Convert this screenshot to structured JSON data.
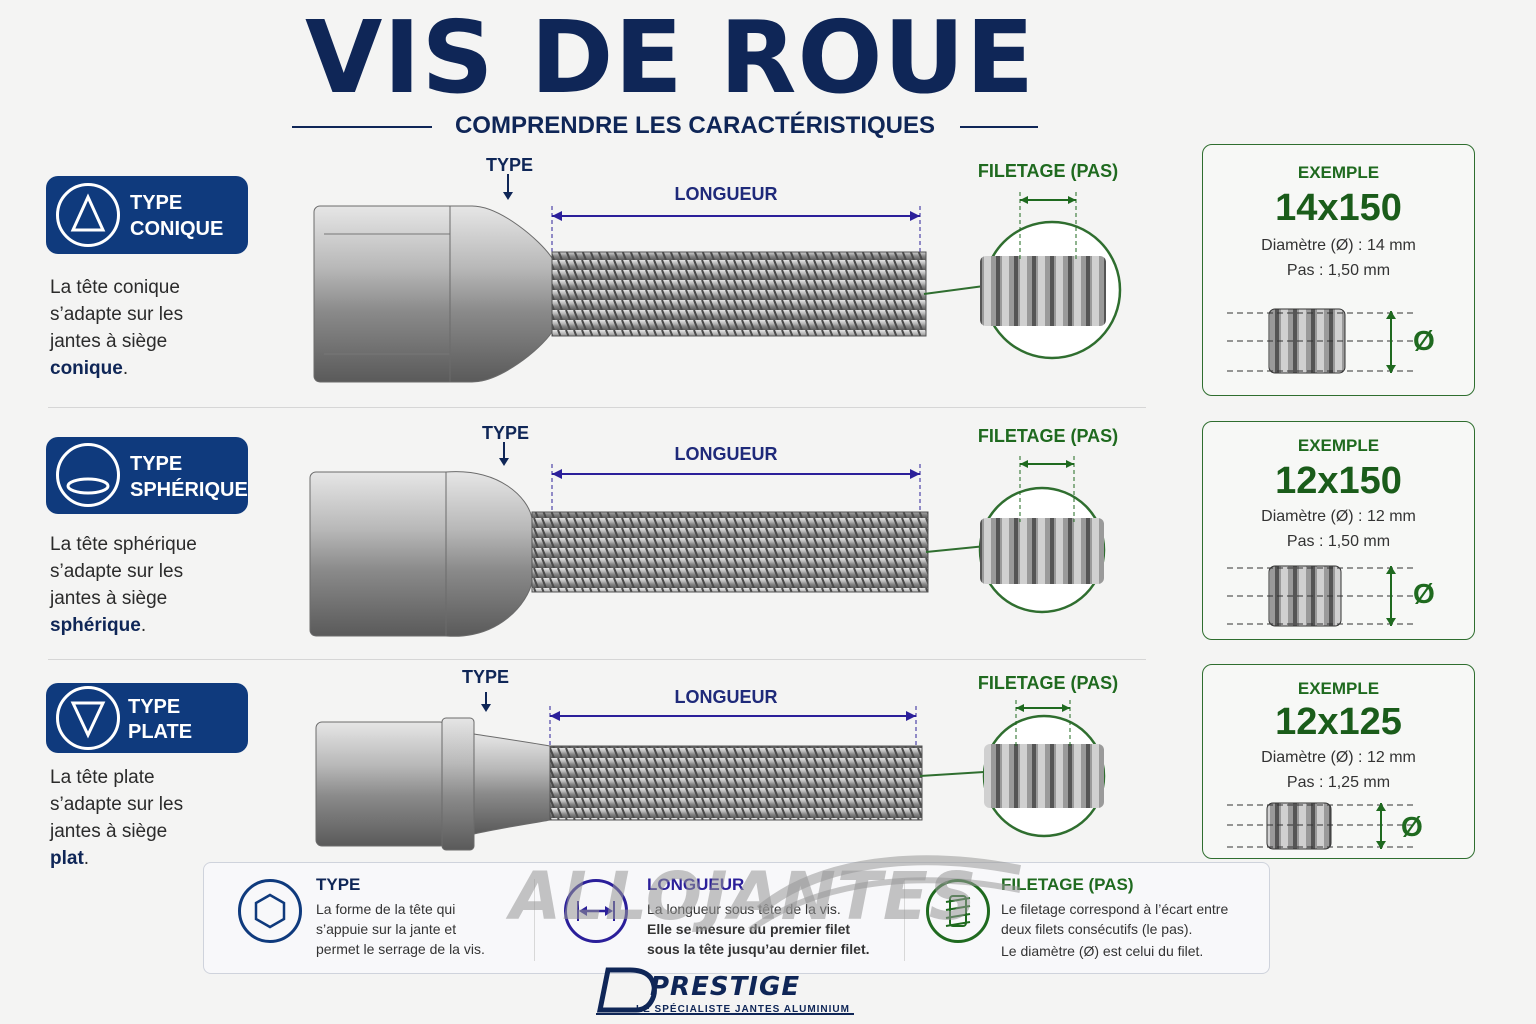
{
  "header": {
    "title": "VIS DE ROUE",
    "subtitle": "COMPRENDRE LES CARACTÉRISTIQUES"
  },
  "rows": [
    {
      "badge_line1": "TYPE",
      "badge_line2": "CONIQUE",
      "desc_line1": "La tête conique",
      "desc_line2": "s’adapte sur les",
      "desc_line3": "jantes à siège",
      "desc_bold": "conique",
      "type_label": "TYPE",
      "length_label": "LONGUEUR",
      "thread_label": "FILETAGE (PAS)",
      "example_label": "EXEMPLE",
      "example_value": "14x150",
      "example_diameter": "Diamètre (Ø) : 14 mm",
      "example_pitch": "Pas : 1,50 mm",
      "phi": "Ø"
    },
    {
      "badge_line1": "TYPE",
      "badge_line2": "SPHÉRIQUE",
      "desc_line1": "La tête sphérique",
      "desc_line2": "s’adapte sur les",
      "desc_line3": "jantes à siège",
      "desc_bold": "sphérique",
      "type_label": "TYPE",
      "length_label": "LONGUEUR",
      "thread_label": "FILETAGE (PAS)",
      "example_label": "EXEMPLE",
      "example_value": "12x150",
      "example_diameter": "Diamètre (Ø) : 12 mm",
      "example_pitch": "Pas : 1,50 mm",
      "phi": "Ø"
    },
    {
      "badge_line1": "TYPE",
      "badge_line2": "PLATE",
      "desc_line1": "La tête plate",
      "desc_line2": "s’adapte sur les",
      "desc_line3": "jantes à siège",
      "desc_bold": "plat",
      "type_label": "TYPE",
      "length_label": "LONGUEUR",
      "thread_label": "FILETAGE (PAS)",
      "example_label": "EXEMPLE",
      "example_value": "12x125",
      "example_diameter": "Diamètre (Ø) : 12 mm",
      "example_pitch": "Pas : 1,25 mm",
      "phi": "Ø"
    }
  ],
  "legend": {
    "type_title": "TYPE",
    "type_l1": "La forme de la tête qui",
    "type_l2": "s’appuie sur la jante et",
    "type_l3": "permet le serrage de la vis.",
    "length_title": "LONGUEUR",
    "length_l1": "La longueur sous tête de la vis.",
    "length_l2": "Elle se mesure du premier filet",
    "length_l3": "sous la tête jusqu’au dernier filet.",
    "thread_title": "FILETAGE (PAS)",
    "thread_l1": "Le filetage correspond à l’écart entre",
    "thread_l2": "deux filets consécutifs (le pas).",
    "thread_l3": "Le diamètre (Ø) est celui du filet."
  },
  "watermark": "ALLOJANTES",
  "logo": {
    "name": "PRESTIGE",
    "tagline": "LE SPÉCIALISTE JANTES ALUMINIUM"
  },
  "colors": {
    "navy": "#0f2657",
    "badge": "#0f3a7d",
    "green": "#1f6a1f",
    "purple": "#2b1f9a"
  }
}
